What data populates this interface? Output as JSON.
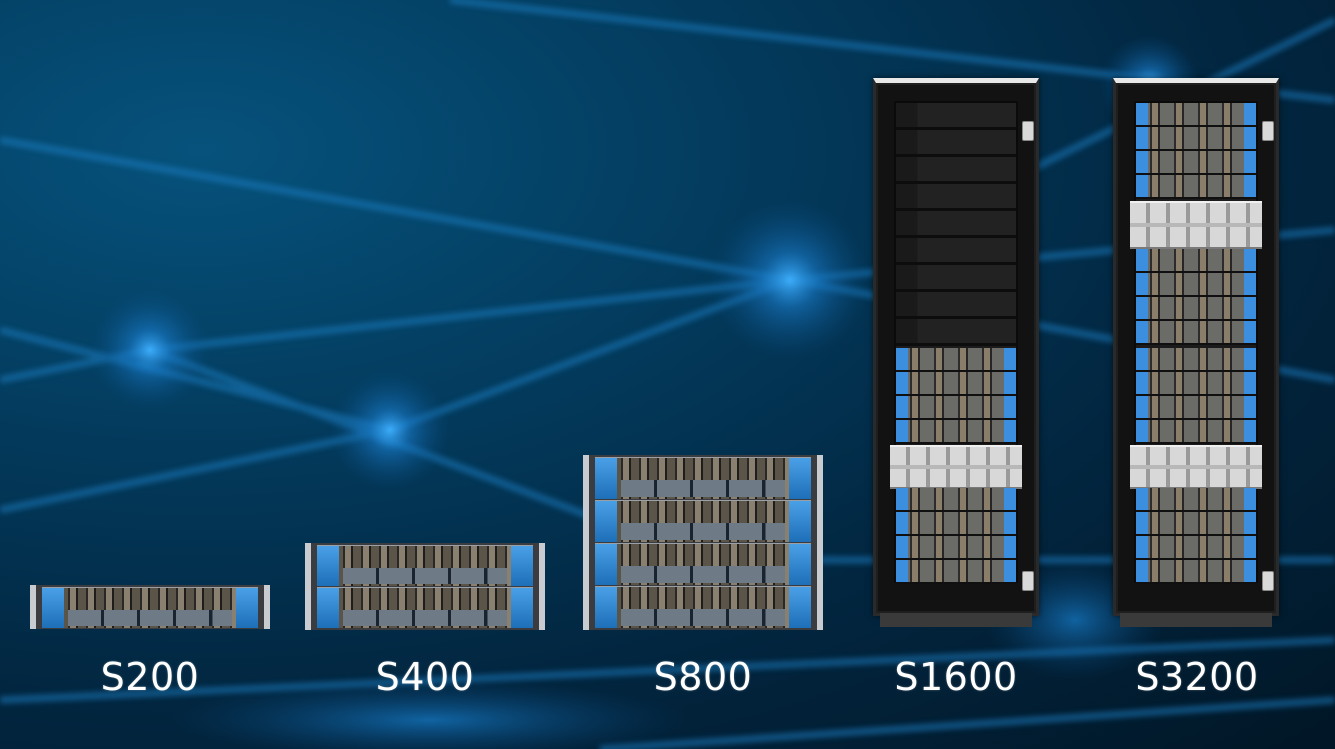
{
  "products": [
    {
      "id": "s200",
      "label": "S200",
      "form": "chassis",
      "nodes": 1
    },
    {
      "id": "s400",
      "label": "S400",
      "form": "chassis",
      "nodes": 2
    },
    {
      "id": "s800",
      "label": "S800",
      "form": "chassis",
      "nodes": 4
    },
    {
      "id": "s1600",
      "label": "S1600",
      "form": "rack",
      "population": "half"
    },
    {
      "id": "s3200",
      "label": "S3200",
      "form": "rack",
      "population": "full"
    }
  ],
  "colors": {
    "background_dark": "#011626",
    "background_mid": "#033a5c",
    "glow_blue": "#1e8fe0",
    "label": "#ffffff",
    "node_accent": "#3c8ede",
    "rack_body": "#121212"
  }
}
